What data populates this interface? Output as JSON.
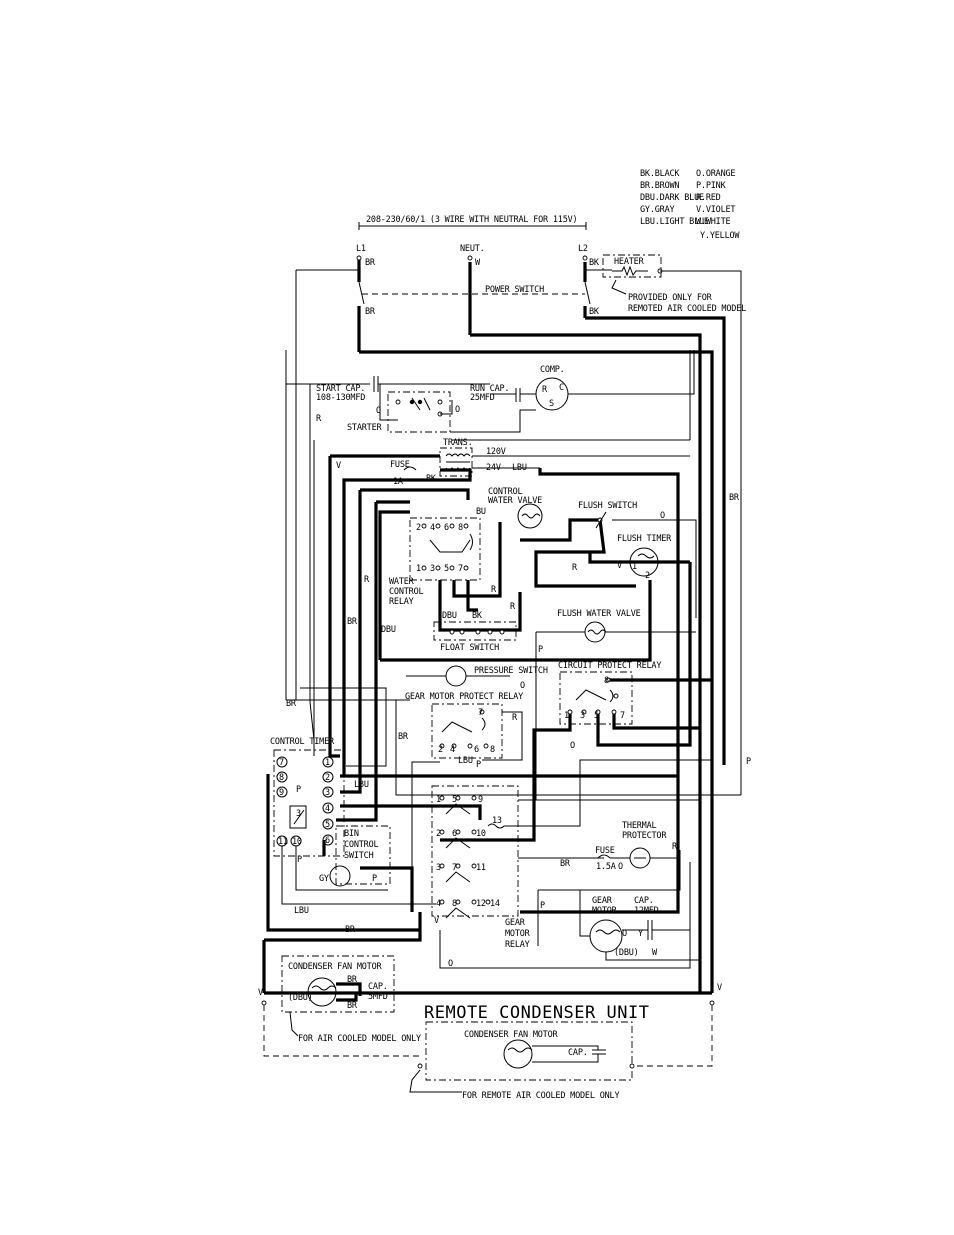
{
  "legend": [
    {
      "code": "BK.BLACK"
    },
    {
      "code": "BR.BROWN"
    },
    {
      "code": "DBU.DARK BLUE"
    },
    {
      "code": "GY.GRAY"
    },
    {
      "code": "LBU.LIGHT BLUE"
    },
    {
      "code": "O.ORANGE"
    },
    {
      "code": "P.PINK"
    },
    {
      "code": "R.RED"
    },
    {
      "code": "V.VIOLET"
    },
    {
      "code": "W.WHITE"
    },
    {
      "code": "Y.YELLOW"
    }
  ],
  "supply": {
    "label": "208-230/60/1 (3 WIRE WITH NEUTRAL FOR 115V)",
    "l1": "L1",
    "neut": "NEUT.",
    "l2": "L2",
    "power_switch": "POWER SWITCH",
    "heater": "HEATER",
    "heater_note_1": "PROVIDED ONLY FOR",
    "heater_note_2": "REMOTED AIR COOLED MODEL"
  },
  "components": {
    "start_cap_1": "START CAP.",
    "start_cap_2": "108-130MFD",
    "starter": "STARTER",
    "run_cap_1": "RUN CAP.",
    "run_cap_2": "25MFD",
    "comp": "COMP.",
    "trans": "TRANS.",
    "v120": "120V",
    "v24": "24V",
    "fuse_1a": "FUSE",
    "fuse_1a_val": "1A",
    "cwv_1": "CONTROL",
    "cwv_2": "WATER VALVE",
    "flush_switch": "FLUSH SWITCH",
    "flush_timer": "FLUSH TIMER",
    "wcr_1": "WATER",
    "wcr_2": "CONTROL",
    "wcr_3": "RELAY",
    "float_switch": "FLOAT SWITCH",
    "flush_water_valve": "FLUSH WATER VALVE",
    "pressure_switch": "PRESSURE SWITCH",
    "circuit_protect_relay": "CIRCUIT PROTECT RELAY",
    "gear_motor_protect_relay": "GEAR MOTOR PROTECT RELAY",
    "control_timer": "CONTROL TIMER",
    "bin_1": "BIN",
    "bin_2": "CONTROL",
    "bin_3": "SWITCH",
    "thermal_1": "THERMAL",
    "thermal_2": "PROTECTOR",
    "fuse_15": "FUSE",
    "fuse_15_val": "1.5A",
    "gear_motor_1": "GEAR",
    "gear_motor_2": "MOTOR",
    "gm_cap_1": "CAP.",
    "gm_cap_2": "12MFD",
    "gmr_1": "GEAR",
    "gmr_2": "MOTOR",
    "gmr_3": "RELAY",
    "cond_fan_motor": "CONDENSER FAN MOTOR",
    "cond_cap_1": "CAP.",
    "cond_cap_2": "5MFD",
    "air_cooled_only": "FOR AIR COOLED MODEL ONLY",
    "remote_unit": "REMOTE CONDENSER UNIT",
    "remote_fan_motor": "CONDENSER FAN MOTOR",
    "remote_cap": "CAP.",
    "remote_only": "FOR REMOTE AIR COOLED MODEL ONLY"
  },
  "wire_labels": {
    "br": "BR",
    "bk": "BK",
    "w": "W",
    "v": "V",
    "r": "R",
    "o": "O",
    "p": "P",
    "lbu": "LBU",
    "dbu": "DBU",
    "bu": "BU",
    "gy": "GY",
    "y": "Y",
    "dbu_paren": "(DBU)"
  }
}
